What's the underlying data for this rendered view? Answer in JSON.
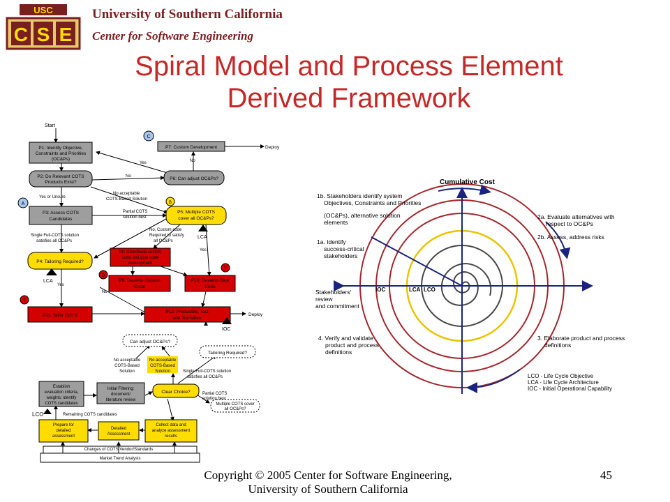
{
  "header": {
    "logo_top": "USC",
    "logo_letters": [
      "C",
      "S",
      "E"
    ],
    "university": "University of Southern California",
    "center": "Center for Software Engineering"
  },
  "title_lines": [
    "Spiral Model  and Process Element",
    "Derived Framework"
  ],
  "flow": {
    "start": "Start",
    "p1": [
      "P1: Identify Objective,",
      "Constraints and Priorities",
      "(OC&Ps)"
    ],
    "p2": [
      "P2: Do Relevant COTS",
      "Products Exist?"
    ],
    "p3": [
      "P3: Assess COTS",
      "Candidates"
    ],
    "p4": "P4: Tailoring Required?",
    "p5": [
      "P5: Multiple COTS",
      "cover all OC&Ps?"
    ],
    "p6": "P6: Can adjust OC&Ps?",
    "p7": "P7: Custom Development",
    "p8": [
      "P8: Coordinate custom",
      "code and glue code",
      "development"
    ],
    "p9": [
      "P9: Develop Custom",
      "Code"
    ],
    "p10": [
      "P10: Develop Glue",
      "Code"
    ],
    "p11": "P11: Tailor COTS",
    "p12": [
      "P12: Productize, Test",
      "and Transition"
    ],
    "deploy": "Deploy",
    "badges": [
      "A",
      "B",
      "C",
      "D",
      "T"
    ],
    "labels": {
      "yes": "Yes",
      "no": "No",
      "yes_or_unsure": "Yes or Unsure",
      "no_acceptable": [
        "No acceptable",
        "COTS-Based Solution"
      ],
      "partial": [
        "Partial COTS",
        "solution best"
      ],
      "single": [
        "Single Full-COTS solution",
        "satisfies all OC&Ps"
      ],
      "no_custom": [
        "No, Custom code",
        "Required to satisfy",
        "all OC&Ps"
      ],
      "lca": "LCA",
      "ioc": "IOC"
    }
  },
  "assessment": {
    "q_adjust": "Can adjust OC&Ps?",
    "q_tailoring": "Tailoring Required?",
    "no_acc_left": [
      "No acceptable",
      "COTS-Based",
      "Solution"
    ],
    "no_acc_box": [
      "No acceptable",
      "COTS-Based",
      "Solution"
    ],
    "establish": [
      "Establish",
      "evaluation criteria,",
      "weights; identify",
      "COTS candidates"
    ],
    "filtering": [
      "Initial Filtering:",
      "document/",
      "literature review"
    ],
    "clear_choice": "Clear Choice?",
    "single": [
      "Single Full-COTS solution",
      "satisfies all OC&Ps"
    ],
    "partial": [
      "Partial COTS",
      "solution best"
    ],
    "multiple": [
      "Multiple COTS cover",
      "all OC&Ps?"
    ],
    "lco": "LCO",
    "remaining": "Remaining COTS candidates",
    "prepare": [
      "Prepare for",
      "detailed",
      "assessment"
    ],
    "detailed": [
      "Detailed",
      "Assessment"
    ],
    "collect": [
      "Collect data and",
      "analyze assessment",
      "results"
    ],
    "changes": "Changes of COTS Vendor/Standards",
    "market": "Market Trend Analysis"
  },
  "spiral": {
    "cumulative": "Cumulative Cost",
    "s1b": [
      "1b. Stakeholders identify system",
      "Objectives, Constraints and Priorities",
      "(OC&Ps), alternative solution",
      "elements"
    ],
    "s1a": [
      "1a. Identify",
      "success-critical",
      "stakeholders"
    ],
    "s2": [
      "2a. Evaluate alternatives with",
      "respect to OC&Ps",
      "2b. Assess, address risks"
    ],
    "review": [
      "Stakeholders'",
      "review",
      "and commitment"
    ],
    "axis_labels": [
      "IOC",
      "LCA",
      "LCO"
    ],
    "s4": [
      "4. Verify and validate",
      "product and process",
      "definitions"
    ],
    "s3": [
      "3. Elaborate product and process",
      "definitions"
    ],
    "legend": [
      "LCO - Life Cycle Objective",
      "LCA - Life Cycle Architecture",
      "IOC - Initial Operational Capability"
    ]
  },
  "footer": {
    "copyright": [
      "Copyright © 2005 Center for Software Engineering,",
      "University of Southern California"
    ],
    "page": "45"
  },
  "colors": {
    "title": "#c62828",
    "maroon": "#7a1f1f",
    "box_red": "#d50000",
    "box_yellow": "#ffdd00",
    "box_gray": "#9e9e9e",
    "badge_blue": "#a9c7ee",
    "spiral_blue": "#1a237e",
    "ring_red": "#a3272d",
    "ring_yellow": "#e9c400",
    "ring_dark": "#474747"
  }
}
